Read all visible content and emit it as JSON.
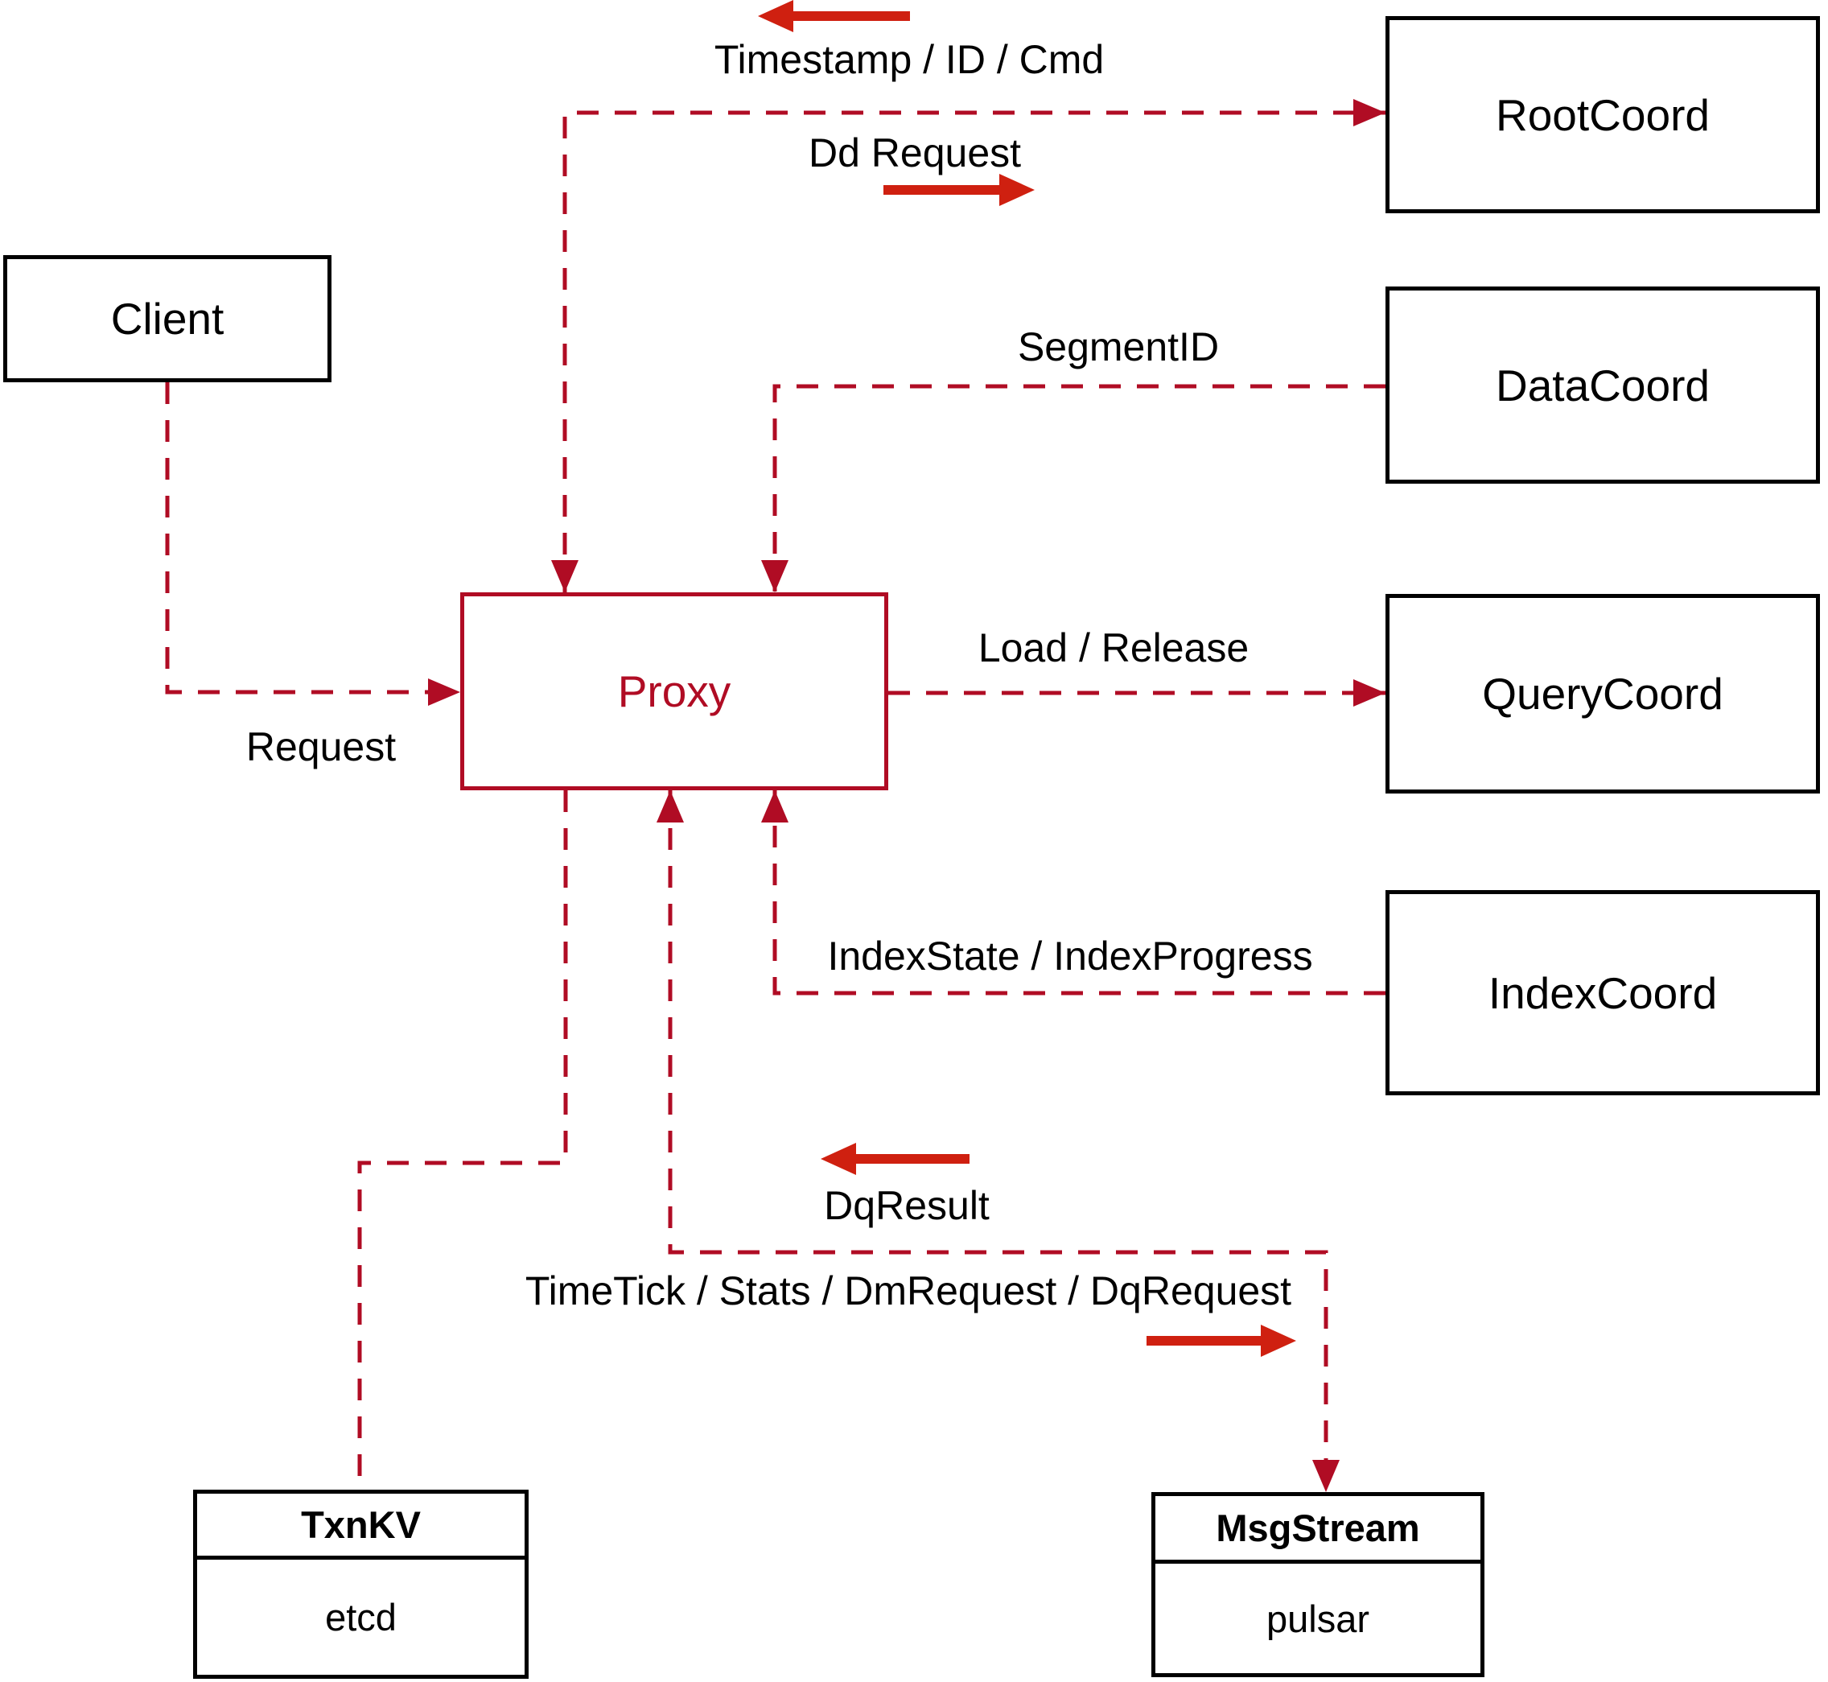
{
  "diagram": {
    "nodes": {
      "client": {
        "label": "Client"
      },
      "proxy": {
        "label": "Proxy"
      },
      "root_coord": {
        "label": "RootCoord"
      },
      "data_coord": {
        "label": "DataCoord"
      },
      "query_coord": {
        "label": "QueryCoord"
      },
      "index_coord": {
        "label": "IndexCoord"
      },
      "txn_kv": {
        "title": "TxnKV",
        "subtitle": "etcd"
      },
      "msg_stream": {
        "title": "MsgStream",
        "subtitle": "pulsar"
      }
    },
    "edge_labels": {
      "timestamp": "Timestamp / ID / Cmd",
      "dd_request": "Dd Request",
      "segment_id": "SegmentID",
      "load_release": "Load / Release",
      "index_state": "IndexState / IndexProgress",
      "request": "Request",
      "dq_result": "DqResult",
      "time_tick": "TimeTick / Stats / DmRequest / DqRequest"
    },
    "edges": [
      {
        "from": "Client",
        "to": "Proxy",
        "label": "Request",
        "style": "dashed"
      },
      {
        "from": "Proxy",
        "to": "RootCoord",
        "label": "Dd Request / Timestamp / ID / Cmd",
        "style": "dashed-bidirectional"
      },
      {
        "from": "DataCoord",
        "to": "Proxy",
        "label": "SegmentID",
        "style": "dashed"
      },
      {
        "from": "Proxy",
        "to": "QueryCoord",
        "label": "Load / Release",
        "style": "dashed"
      },
      {
        "from": "IndexCoord",
        "to": "Proxy",
        "label": "IndexState / IndexProgress",
        "style": "dashed"
      },
      {
        "from": "Proxy",
        "to": "MsgStream",
        "label": "TimeTick / Stats / DmRequest / DqRequest / DqResult",
        "style": "dashed-bidirectional"
      },
      {
        "from": "Proxy",
        "to": "TxnKV",
        "label": "",
        "style": "dashed"
      }
    ],
    "colors": {
      "dashed_line": "#b00c24",
      "solid_arrow": "#cf2010",
      "box_border": "#000000",
      "text": "#000000",
      "background": "#ffffff"
    }
  }
}
